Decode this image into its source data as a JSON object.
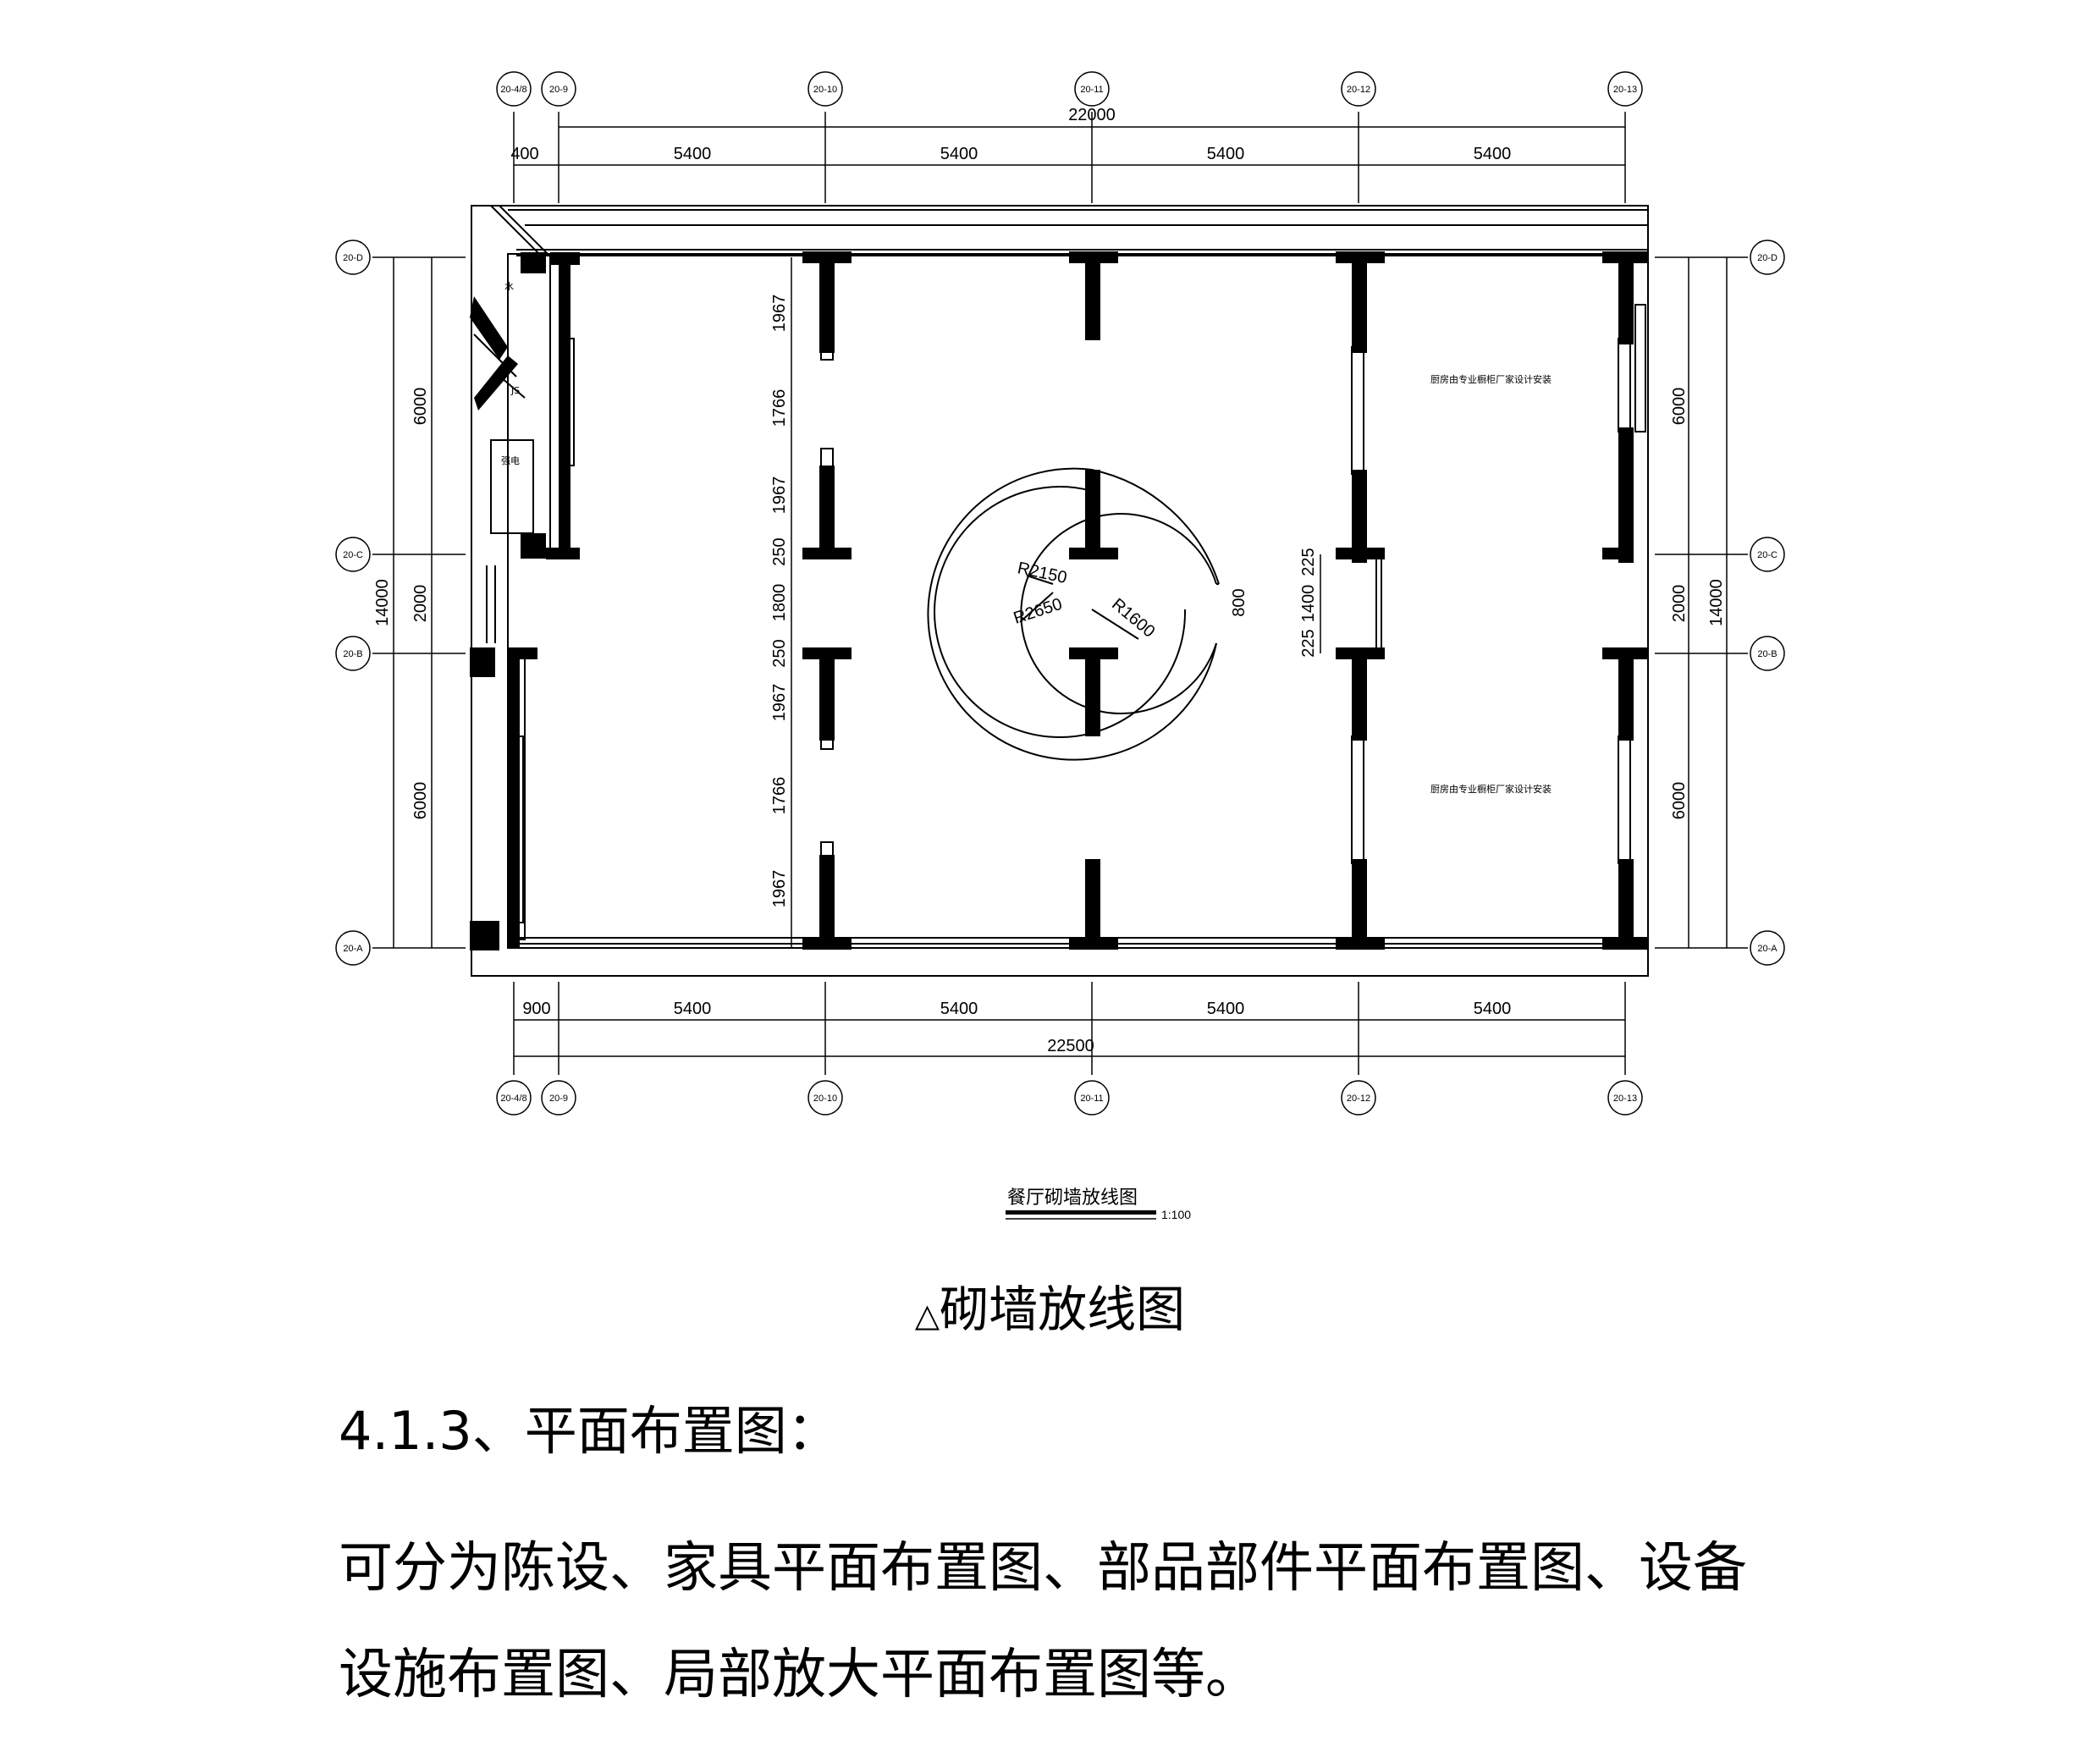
{
  "drawing": {
    "title": "餐厅砌墙放线图",
    "scale": "1:100",
    "axes_top": [
      "20-4/8",
      "20-9",
      "20-10",
      "20-11",
      "20-12",
      "20-13"
    ],
    "axes_bottom": [
      "20-4/8",
      "20-9",
      "20-10",
      "20-11",
      "20-12",
      "20-13"
    ],
    "axes_left": [
      "20-D",
      "20-C",
      "20-B",
      "20-A"
    ],
    "axes_right": [
      "20-D",
      "20-C",
      "20-B",
      "20-A"
    ],
    "dims_top_total": "22000",
    "dims_top": [
      "400",
      "5400",
      "5400",
      "5400",
      "5400"
    ],
    "dims_bottom": [
      "900",
      "5400",
      "5400",
      "5400",
      "5400"
    ],
    "dims_bottom_total": "22500",
    "dims_left_outer": "14000",
    "dims_left": [
      "6000",
      "2000",
      "6000"
    ],
    "dims_right": [
      "6000",
      "2000",
      "6000"
    ],
    "dims_right_outer": "14000",
    "dims_column": [
      "1967",
      "1766",
      "1967",
      "250",
      "1800",
      "250",
      "1967",
      "1766",
      "1967"
    ],
    "dims_opening": [
      "225",
      "1400",
      "225"
    ],
    "dim_800": "800",
    "radius_labels": [
      "R2150",
      "R2650",
      "R1600"
    ],
    "kitchen_note_1": "厨房由专业橱柜厂家设计安装",
    "kitchen_note_2": "厨房由专业橱柜厂家设计安装",
    "room_label_water": "水",
    "room_label_js": "JS",
    "room_label_power": "强电"
  },
  "caption": {
    "symbol": "△",
    "text": "砌墙放线图"
  },
  "section": {
    "heading": "4.1.3、平面布置图："
  },
  "paragraph": {
    "text": "可分为陈设、家具平面布置图、部品部件平面布置图、设备设施布置图、局部放大平面布置图等。"
  }
}
